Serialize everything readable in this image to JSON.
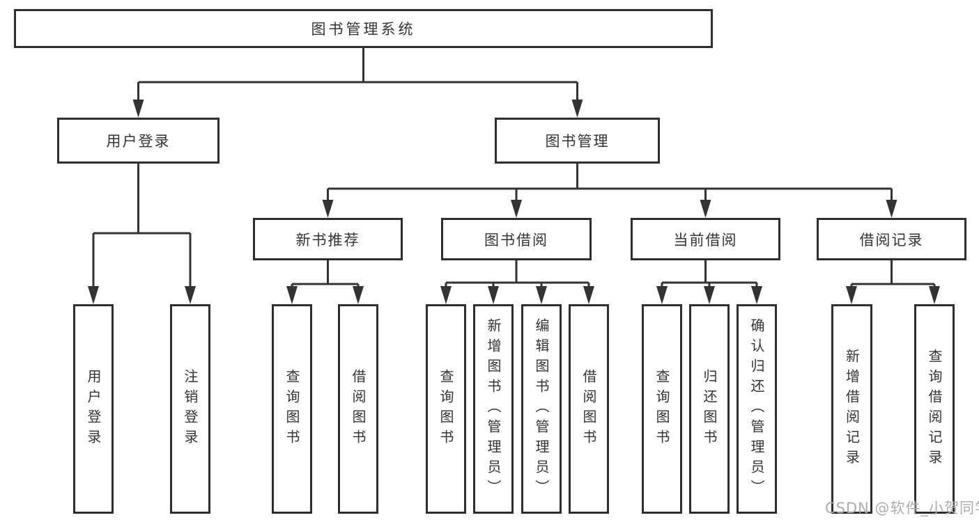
{
  "diagram": {
    "type": "tree",
    "title": "图书管理系统",
    "watermark": "CSDN @软件_小贺同学",
    "colors": {
      "background": "#ffffff",
      "line": "#333333",
      "box_border": "#2e2e2e",
      "text": "#333333",
      "watermark": "#adadad"
    },
    "root": {
      "label": "图书管理系统",
      "children": [
        {
          "label": "用户登录",
          "children": [
            {
              "label": "用户登录"
            },
            {
              "label": "注销登录"
            }
          ]
        },
        {
          "label": "图书管理",
          "children": [
            {
              "label": "新书推荐",
              "children": [
                {
                  "label": "查询图书"
                },
                {
                  "label": "借阅图书"
                }
              ]
            },
            {
              "label": "图书借阅",
              "children": [
                {
                  "label": "查询图书"
                },
                {
                  "label": "新增图书（管理员）"
                },
                {
                  "label": "编辑图书（管理员）"
                },
                {
                  "label": "借阅图书"
                }
              ]
            },
            {
              "label": "当前借阅",
              "children": [
                {
                  "label": "查询图书"
                },
                {
                  "label": "归还图书"
                },
                {
                  "label": "确认归还（管理员）"
                }
              ]
            },
            {
              "label": "借阅记录",
              "children": [
                {
                  "label": "新增借阅记录"
                },
                {
                  "label": "查询借阅记录"
                }
              ]
            }
          ]
        }
      ]
    }
  }
}
